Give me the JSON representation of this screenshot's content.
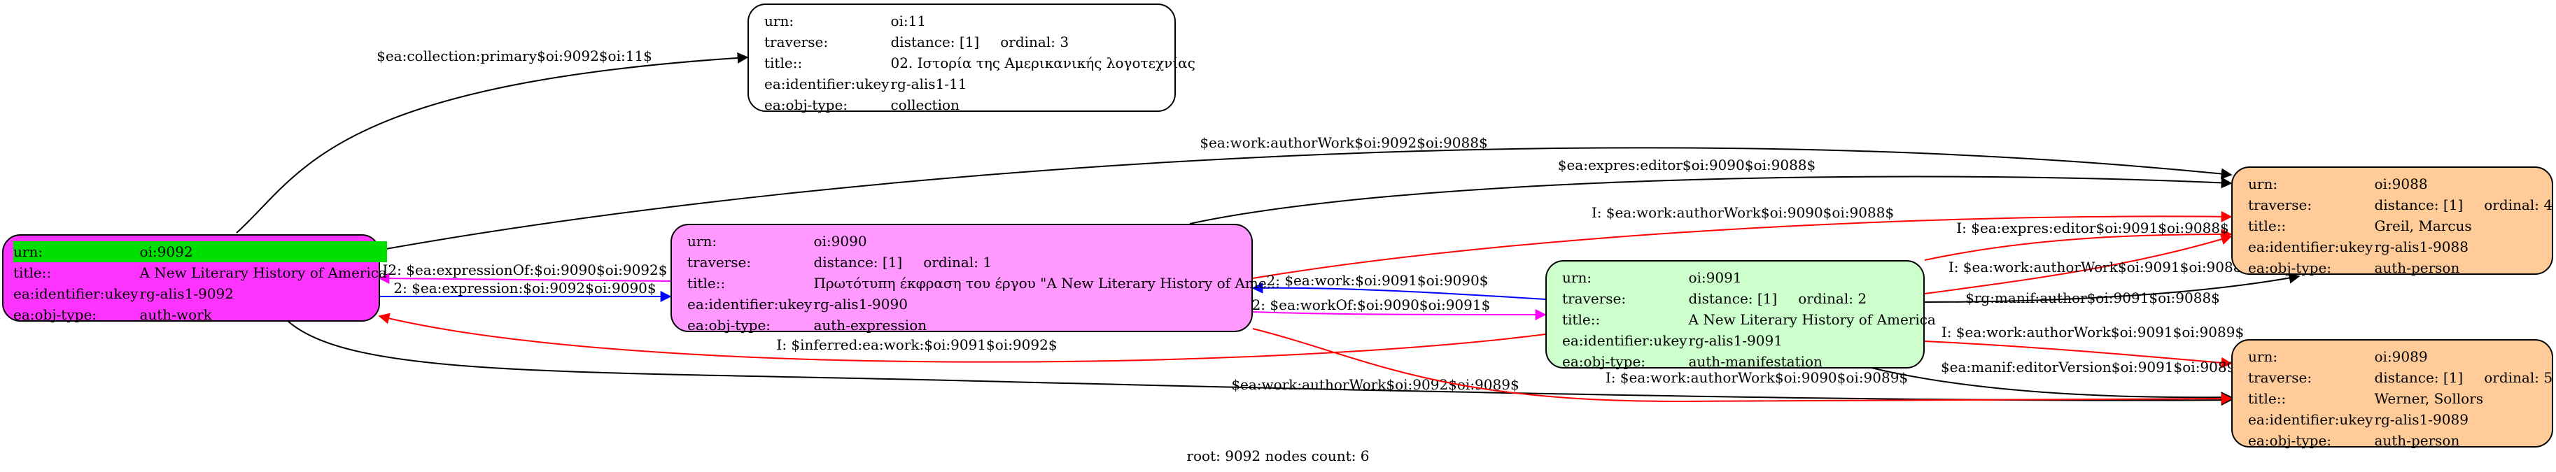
{
  "colors": {
    "work_fill": "#ff33ff",
    "work_urn_highlight": "#00e000",
    "expression_fill": "#ff99ff",
    "manifestation_fill": "#ccffcc",
    "person_fill": "#ffcc99",
    "collection_fill": "#ffffff",
    "edge_black": "#000000",
    "edge_red": "#ff0000",
    "edge_blue": "#0000ff",
    "edge_magenta": "#ff00ff"
  },
  "nodes": {
    "oi11": {
      "urn_key": "urn:",
      "urn": "oi:11",
      "traverse_key": "traverse:",
      "distance": "distance: [1]",
      "ordinal": "ordinal: 3",
      "title_key": "title::",
      "title": "02. Ιστορία της Αμερικανικής λογοτεχνίας",
      "ukey_key": "ea:identifier:ukey",
      "ukey": "rg-alis1-11",
      "type_key": "ea:obj-type:",
      "type": "collection"
    },
    "oi9092": {
      "urn_key": "urn:",
      "urn": "oi:9092",
      "title_key": "title::",
      "title": "A New Literary History of America",
      "ukey_key": "ea:identifier:ukey",
      "ukey": "rg-alis1-9092",
      "type_key": "ea:obj-type:",
      "type": "auth-work"
    },
    "oi9090": {
      "urn_key": "urn:",
      "urn": "oi:9090",
      "traverse_key": "traverse:",
      "distance": "distance: [1]",
      "ordinal": "ordinal: 1",
      "title_key": "title::",
      "title": "Πρωτότυπη έκφραση του έργου \"A New Literary History of Ame...",
      "ukey_key": "ea:identifier:ukey",
      "ukey": "rg-alis1-9090",
      "type_key": "ea:obj-type:",
      "type": "auth-expression"
    },
    "oi9091": {
      "urn_key": "urn:",
      "urn": "oi:9091",
      "traverse_key": "traverse:",
      "distance": "distance: [1]",
      "ordinal": "ordinal: 2",
      "title_key": "title::",
      "title": "A New Literary History of America",
      "ukey_key": "ea:identifier:ukey",
      "ukey": "rg-alis1-9091",
      "type_key": "ea:obj-type:",
      "type": "auth-manifestation"
    },
    "oi9088": {
      "urn_key": "urn:",
      "urn": "oi:9088",
      "traverse_key": "traverse:",
      "distance": "distance: [1]",
      "ordinal": "ordinal: 4",
      "title_key": "title::",
      "title": "Greil, Marcus",
      "ukey_key": "ea:identifier:ukey",
      "ukey": "rg-alis1-9088",
      "type_key": "ea:obj-type:",
      "type": "auth-person"
    },
    "oi9089": {
      "urn_key": "urn:",
      "urn": "oi:9089",
      "traverse_key": "traverse:",
      "distance": "distance: [1]",
      "ordinal": "ordinal: 5",
      "title_key": "title::",
      "title": "Werner, Sollors",
      "ukey_key": "ea:identifier:ukey",
      "ukey": "rg-alis1-9089",
      "type_key": "ea:obj-type:",
      "type": "auth-person"
    }
  },
  "edges": {
    "e1": "$ea:collection:primary$oi:9092$oi:11$",
    "e2": "$ea:work:authorWork$oi:9092$oi:9088$",
    "e3": "$ea:expres:editor$oi:9090$oi:9088$",
    "e4": "I: $ea:work:authorWork$oi:9090$oi:9088$",
    "e5": "I2: $ea:expressionOf:$oi:9090$oi:9092$",
    "e6": "2: $ea:expression:$oi:9092$oi:9090$",
    "e7": "I: $ea:expres:editor$oi:9091$oi:9088$",
    "e8": "I: $ea:work:authorWork$oi:9091$oi:9088$",
    "e9": "2: $ea:work:$oi:9091$oi:9090$",
    "e10": "I2: $ea:workOf:$oi:9090$oi:9091$",
    "e11": "$rg:manif:author$oi:9091$oi:9088$",
    "e12": "I: $inferred:ea:work:$oi:9091$oi:9092$",
    "e13": "I: $ea:work:authorWork$oi:9091$oi:9089$",
    "e14": "$ea:manif:editorVersion$oi:9091$oi:9089$",
    "e15": "$ea:work:authorWork$oi:9092$oi:9089$",
    "e16": "I: $ea:work:authorWork$oi:9090$oi:9089$"
  },
  "footer": "root: 9092 nodes count: 6"
}
